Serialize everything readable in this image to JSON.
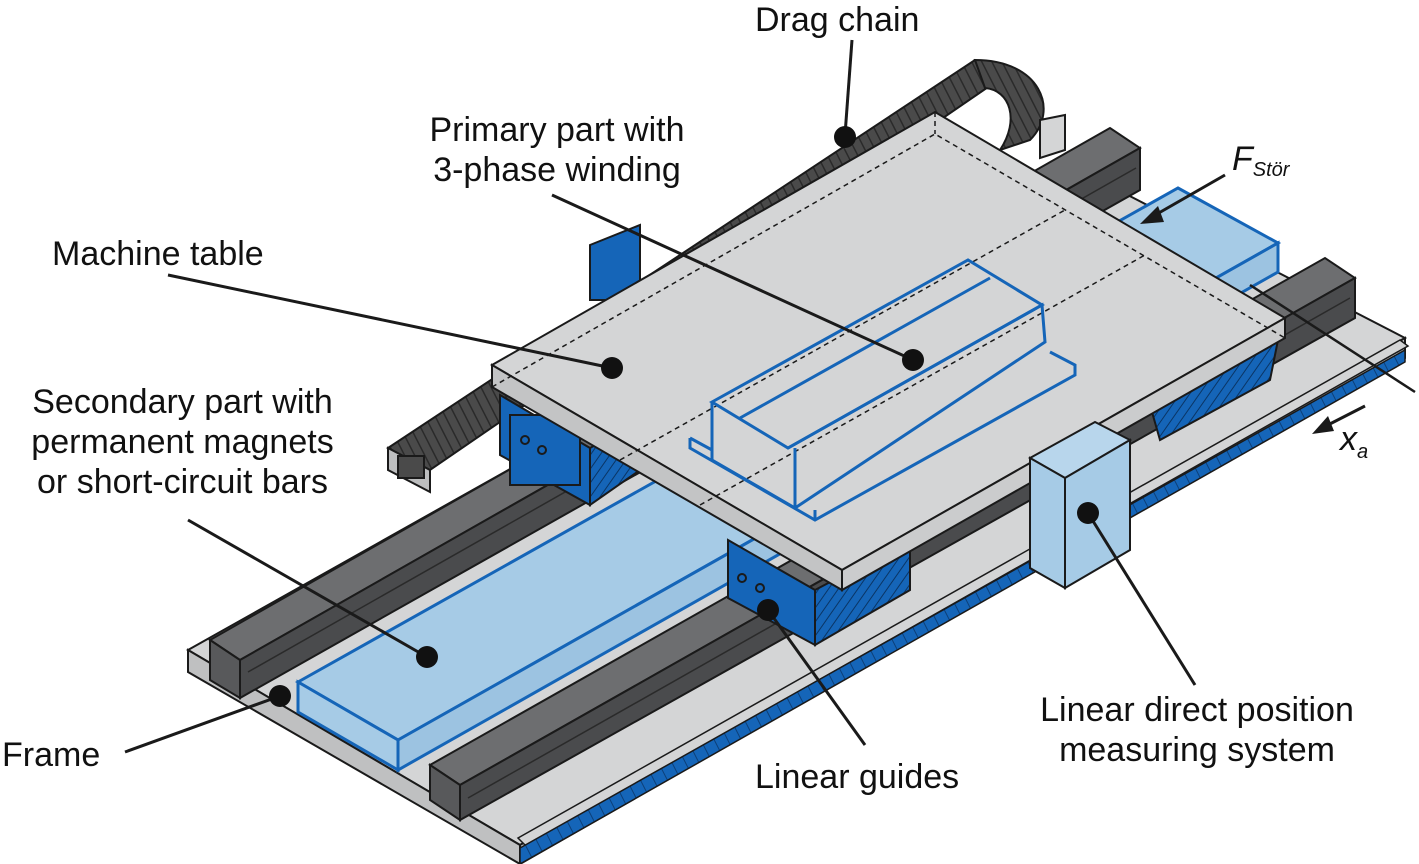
{
  "labels": {
    "drag_chain": "Drag chain",
    "primary_part": [
      "Primary part with",
      "3-phase winding"
    ],
    "machine_table": "Machine table",
    "secondary_part": [
      "Secondary part with",
      "permanent magnets",
      "or short-circuit bars"
    ],
    "frame": "Frame",
    "linear_guides": "Linear guides",
    "measuring_system": [
      "Linear direct position",
      "measuring system"
    ]
  },
  "symbols": {
    "force_main": "F",
    "force_sub": "Stör",
    "axis_main": "x",
    "axis_sub": "a"
  },
  "colors": {
    "accent_blue": "#1565b8",
    "light_blue": "#a6cbe6",
    "rail_dark": "#58595b",
    "chain_dark": "#4a4a4a",
    "light_gray": "#d4d5d6",
    "outline": "#1a1a1a"
  }
}
